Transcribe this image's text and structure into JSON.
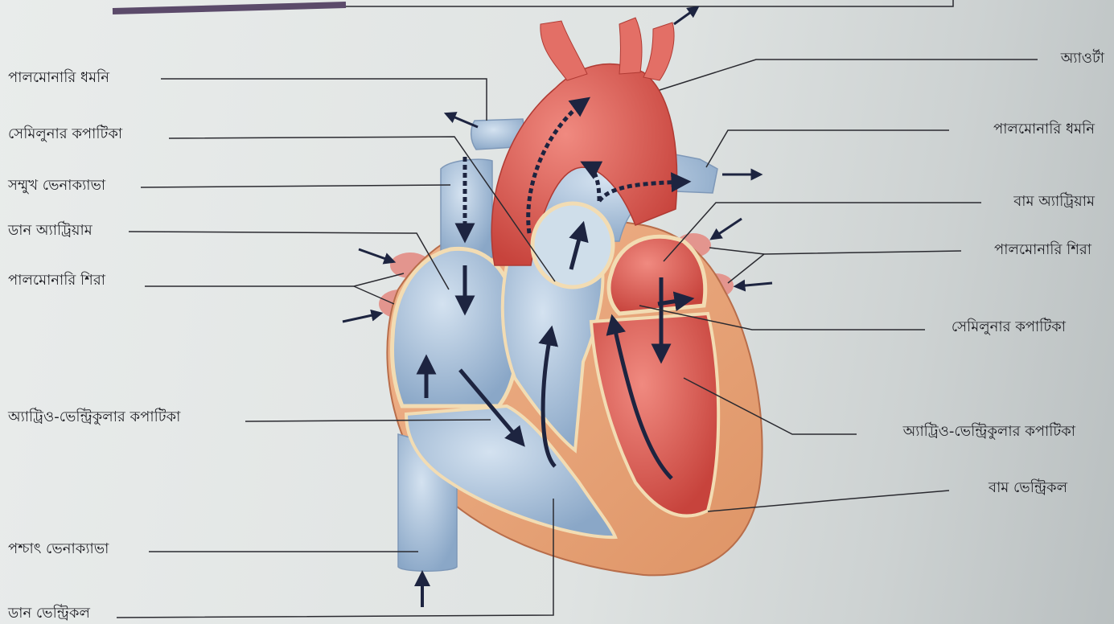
{
  "labels": {
    "left": {
      "pulmonary_artery": "পালমোনারি ধমনি",
      "semilunar_valve": "সেমিলুনার কপাটিকা",
      "superior_vena_cava": "সম্মুখ ভেনাক্যাভা",
      "right_atrium": "ডান অ্যাট্রিয়াম",
      "pulmonary_veins": "পালমোনারি শিরা",
      "av_valve": "অ্যাট্রিও-ভেন্ট্রিকুলার কপাটিকা",
      "inferior_vena_cava": "পশ্চাৎ ভেনাক্যাভা",
      "right_ventricle": "ডান ভেন্ট্রিকল"
    },
    "right": {
      "aorta": "অ্যাওর্টা",
      "pulmonary_artery": "পালমোনারি ধমনি",
      "left_atrium": "বাম অ্যাট্রিয়াম",
      "pulmonary_veins": "পালমোনারি শিরা",
      "semilunar_valve": "সেমিলুনার কপাটিকা",
      "av_valve": "অ্যাট্রিও-ভেন্ট্রিকুলার কপাটিকা",
      "left_ventricle": "বাম ভেন্ট্রিকল"
    }
  },
  "colors": {
    "oxygenated": "#d9483f",
    "deoxygenated": "#9fb9d6",
    "muscle": "#e7a37a",
    "arrow": "#1d2440",
    "leader_line": "#2a2a30"
  }
}
